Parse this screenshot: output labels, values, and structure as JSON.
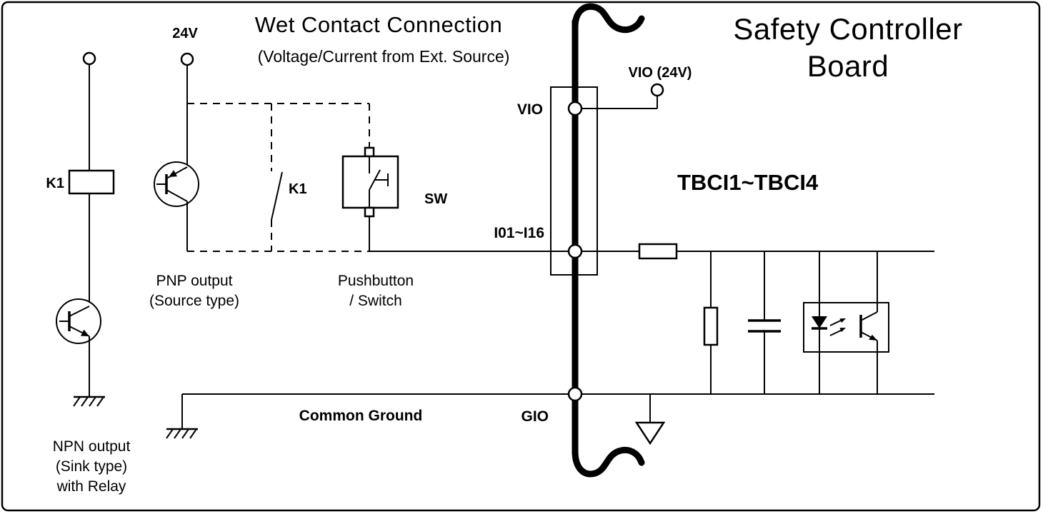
{
  "titles": {
    "main": "Wet Contact Connection",
    "subtitle": "(Voltage/Current from Ext. Source)",
    "board_line1": "Safety Controller",
    "board_line2": "Board"
  },
  "labels": {
    "supply": "24V",
    "relay": "K1",
    "contact": "K1",
    "switch": "SW",
    "vio": "VIO",
    "vio_24v": "VIO (24V)",
    "tbci": "TBCI1~TBCI4",
    "inputs": "I01~I16",
    "gio": "GIO",
    "common_ground": "Common Ground"
  },
  "captions": {
    "pnp_line1": "PNP output",
    "pnp_line2": "(Source type)",
    "pushbutton_line1": "Pushbutton",
    "pushbutton_line2": "/ Switch",
    "npn_line1": "NPN output",
    "npn_line2": "(Sink type)",
    "npn_line3": "with Relay"
  },
  "colors": {
    "line": "#000000",
    "background": "#ffffff"
  }
}
